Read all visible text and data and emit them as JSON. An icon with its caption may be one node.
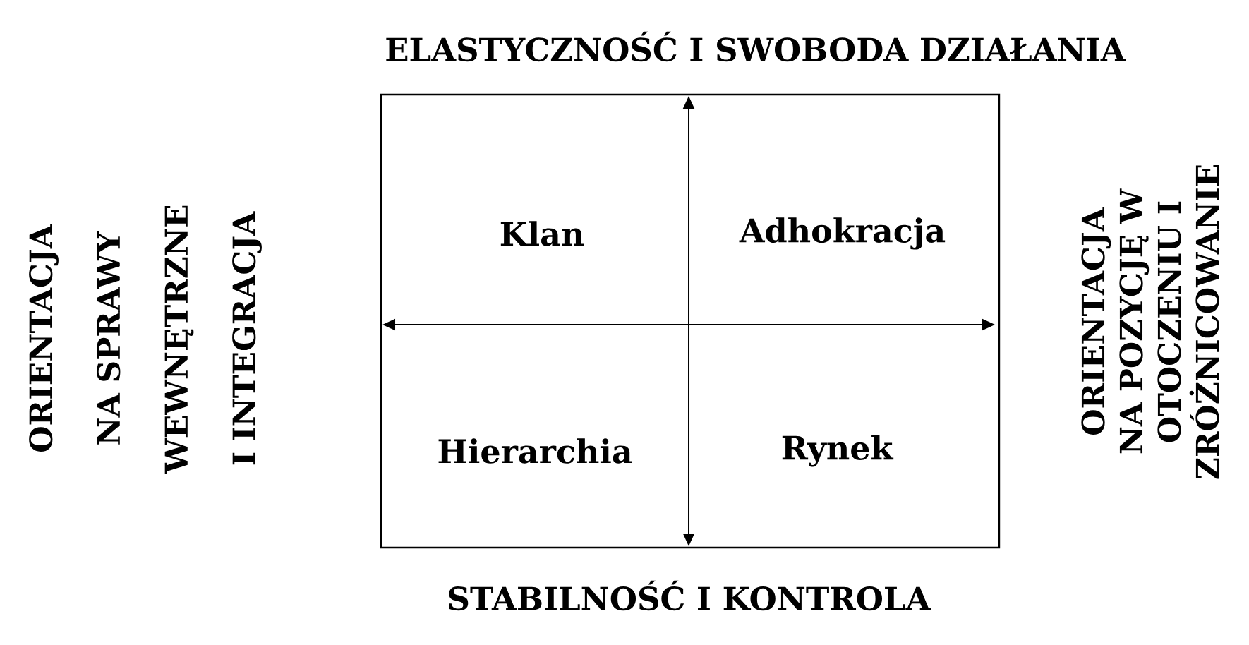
{
  "diagram": {
    "nodes": [
      {
        "text": [],
        "shape": "box"
      },
      {
        "text": [
          "Klan"
        ],
        "in": 0
      },
      {
        "text": [
          "Adhokracja"
        ],
        "in": 0
      },
      {
        "text": [
          "Hierarchia"
        ],
        "in": 0
      },
      {
        "text": [
          "Rynek"
        ],
        "in": 0
      }
    ],
    "labels": [
      "ELASTYCZNOŚĆ I SWOBODA DZIAŁANIA",
      "ORIENTACJA NA SPRAWY WEWNĘTRZNE I INTEGRACJA",
      "ORIENTACJA NA POZYCJĘ W OTOCZENIU I ZRÓŻNICOWANIE",
      "STABILNOŚĆ I KONTROLA"
    ]
  }
}
